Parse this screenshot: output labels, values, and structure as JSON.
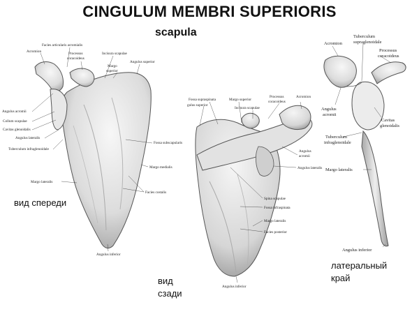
{
  "header": {
    "title": "CINGULUM MEMBRI SUPERIORIS",
    "subtitle": "scapula"
  },
  "views": {
    "anterior": "вид спереди",
    "posterior_line1": "вид",
    "posterior_line2": "сзади",
    "lateral_line1": "латеральный",
    "lateral_line2": "край"
  },
  "anterior_labels": {
    "facies_articularis": "Facies articularis acromialis",
    "acromion": "Acromion",
    "processus": "Processus",
    "coracoideus": "coracoideus",
    "incisura": "Incisura scapulae",
    "margo_superior_1": "Margo",
    "margo_superior_2": "superior",
    "angulus_superior": "Angulus superior",
    "angulus_acromii": "Angulus acromii",
    "collum": "Collum scapulae",
    "cavitas": "Cavitas glenoidalis",
    "angulus_lateralis": "Angulus lateralis",
    "tuberculum": "Tuberculum infraglenoidale",
    "fossa_subscap": "Fossa subscapularis",
    "margo_medialis": "Margo medialis",
    "margo_lateralis": "Margo lateralis",
    "facies_costalis": "Facies costalis",
    "angulus_inferior": "Angulus inferior"
  },
  "posterior_labels": {
    "fossa_supra": "Fossa supraspinata",
    "angulus_superior": "gulus superior",
    "margo_superior": "Margo superior",
    "incisura": "Incisura scapulae",
    "processus": "Processus",
    "coracoideus": "coracoideus",
    "acromion": "Acromion",
    "angulus_acromii_1": "Angulus",
    "angulus_acromii_2": "acromii",
    "angulus_lateralis": "Angulus lateralis",
    "spina": "Spina scapulae",
    "fossa_infra": "Fossa infraspinata",
    "margo_lateralis": "Margo lateralis",
    "facies_posterior": "Facies posterior",
    "angulus_inferior": "Angulus inferior"
  },
  "lateral_labels": {
    "acromion": "Acromion",
    "tuberculum_supra_1": "Tuberculum",
    "tuberculum_supra_2": "supraglenoidale",
    "processus": "Processus",
    "coracoideus": "coracoideus",
    "angulus_acromii_1": "Angulus",
    "angulus_acromii_2": "acromii",
    "cavitas_1": "Cavitas",
    "cavitas_2": "glenoidalis",
    "tuberculum_infra_1": "Tuberculum",
    "tuberculum_infra_2": "infraglenoidale",
    "margo_lateralis": "Margo lateralis",
    "angulus_inferior": "Angulus inferior"
  }
}
